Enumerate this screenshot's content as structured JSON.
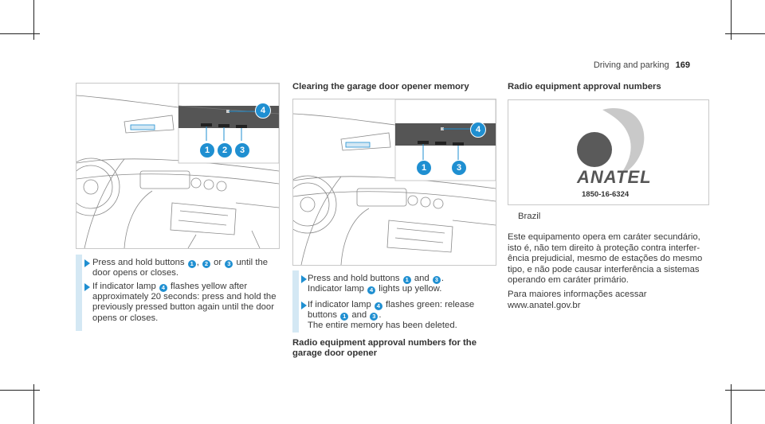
{
  "header": {
    "section": "Driving and parking",
    "page_number": "169"
  },
  "col1": {
    "steps": [
      {
        "parts": [
          "Press and hold buttons ",
          "1",
          ", ",
          "2",
          " or ",
          "3",
          " until the door opens or closes."
        ]
      },
      {
        "parts": [
          "If indicator lamp ",
          "4",
          " flashes yellow after approximately 20 seconds: press and hold the previously pressed button again until the door opens or closes."
        ]
      }
    ],
    "figure_callouts": [
      "4",
      "1",
      "2",
      "3"
    ]
  },
  "col2": {
    "heading": "Clearing the garage door opener memory",
    "figure_callouts": [
      "4",
      "1",
      "3"
    ],
    "step1": {
      "a": "Press and hold buttons ",
      "n1": "1",
      "b": " and ",
      "n2": "3",
      "c": ".",
      "d": "Indicator lamp ",
      "n3": "4",
      "e": " lights up yellow."
    },
    "step2": {
      "a": "If indicator lamp ",
      "n1": "4",
      "b": " flashes green: release",
      "c": "buttons ",
      "n2": "1",
      "d": " and ",
      "n3": "3",
      "e": ".",
      "f": "The entire memory has been deleted."
    },
    "heading2_line1": "Radio equipment approval numbers for the",
    "heading2_line2": "garage door opener"
  },
  "col3": {
    "heading": "Radio equipment approval numbers",
    "logo_text": "ANATEL",
    "logo_code": "1850-16-6324",
    "country": "Brazil",
    "body_lines": [
      "Este equipamento opera em caráter secundário,",
      "isto é, não tem direito à proteção contra interfer-",
      "ência prejudicial, mesmo de estações do mesmo",
      "tipo, e não pode causar interferência a sistemas",
      "operando em caráter primário."
    ],
    "body2_lines": [
      "Para maiores informações acessar",
      "www.anatel.gov.br"
    ]
  },
  "colors": {
    "accent": "#1f8fd1",
    "bar": "#d4e8f4"
  }
}
